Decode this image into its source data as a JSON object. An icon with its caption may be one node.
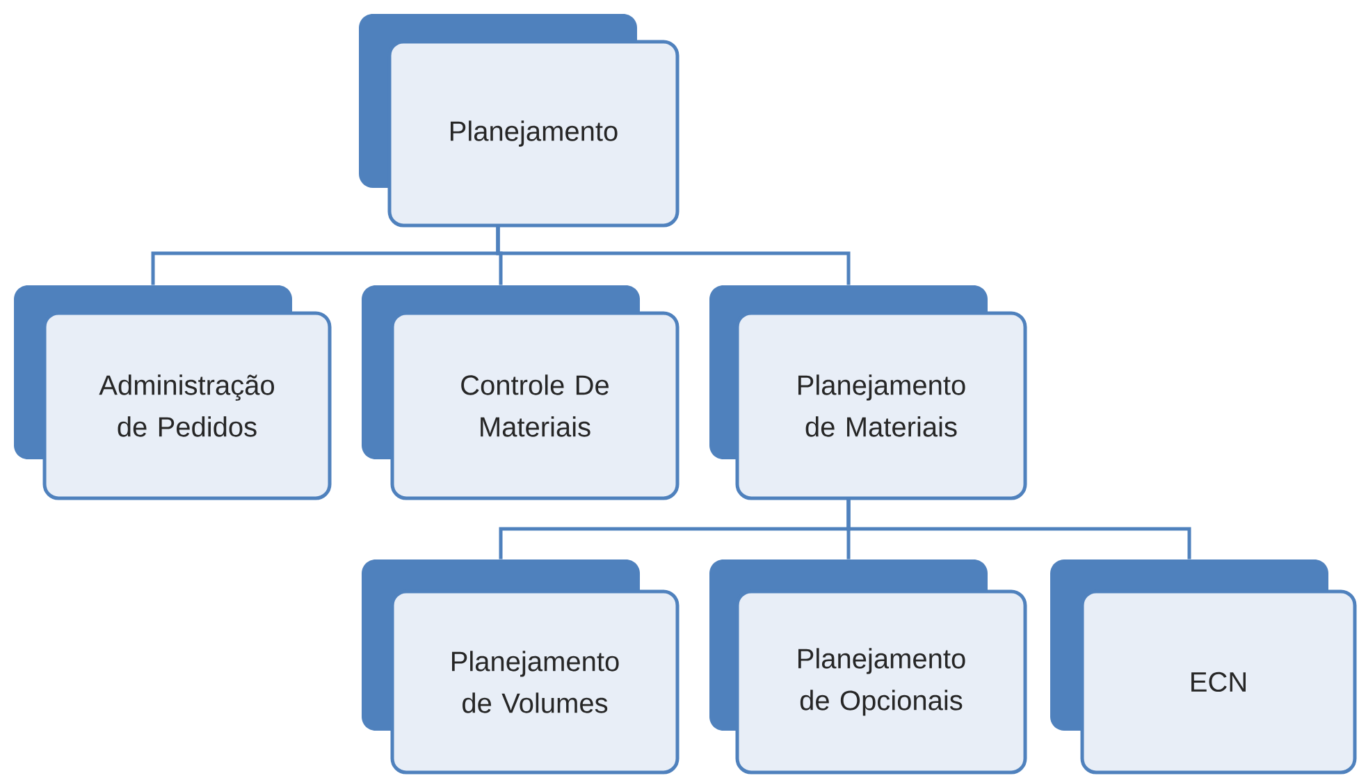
{
  "diagram": {
    "nodes": [
      {
        "text": [
          "Planejamento"
        ]
      },
      {
        "text": [
          "Administração de Pedidos"
        ]
      },
      {
        "text": [
          "Controle De Materiais"
        ]
      },
      {
        "text": [
          "Planejamento de Materiais"
        ]
      },
      {
        "text": [
          "Planejamento de Volumes"
        ]
      },
      {
        "text": [
          "Planejamento de Opcionais"
        ]
      },
      {
        "text": [
          "ECN"
        ]
      }
    ],
    "edges": [
      {
        "from": 0,
        "to": 1,
        "arrow": "none"
      },
      {
        "from": 0,
        "to": 2,
        "arrow": "none"
      },
      {
        "from": 0,
        "to": 3,
        "arrow": "none"
      },
      {
        "from": 3,
        "to": 4,
        "arrow": "none"
      },
      {
        "from": 3,
        "to": 5,
        "arrow": "none"
      },
      {
        "from": 3,
        "to": 6,
        "arrow": "none"
      }
    ]
  }
}
